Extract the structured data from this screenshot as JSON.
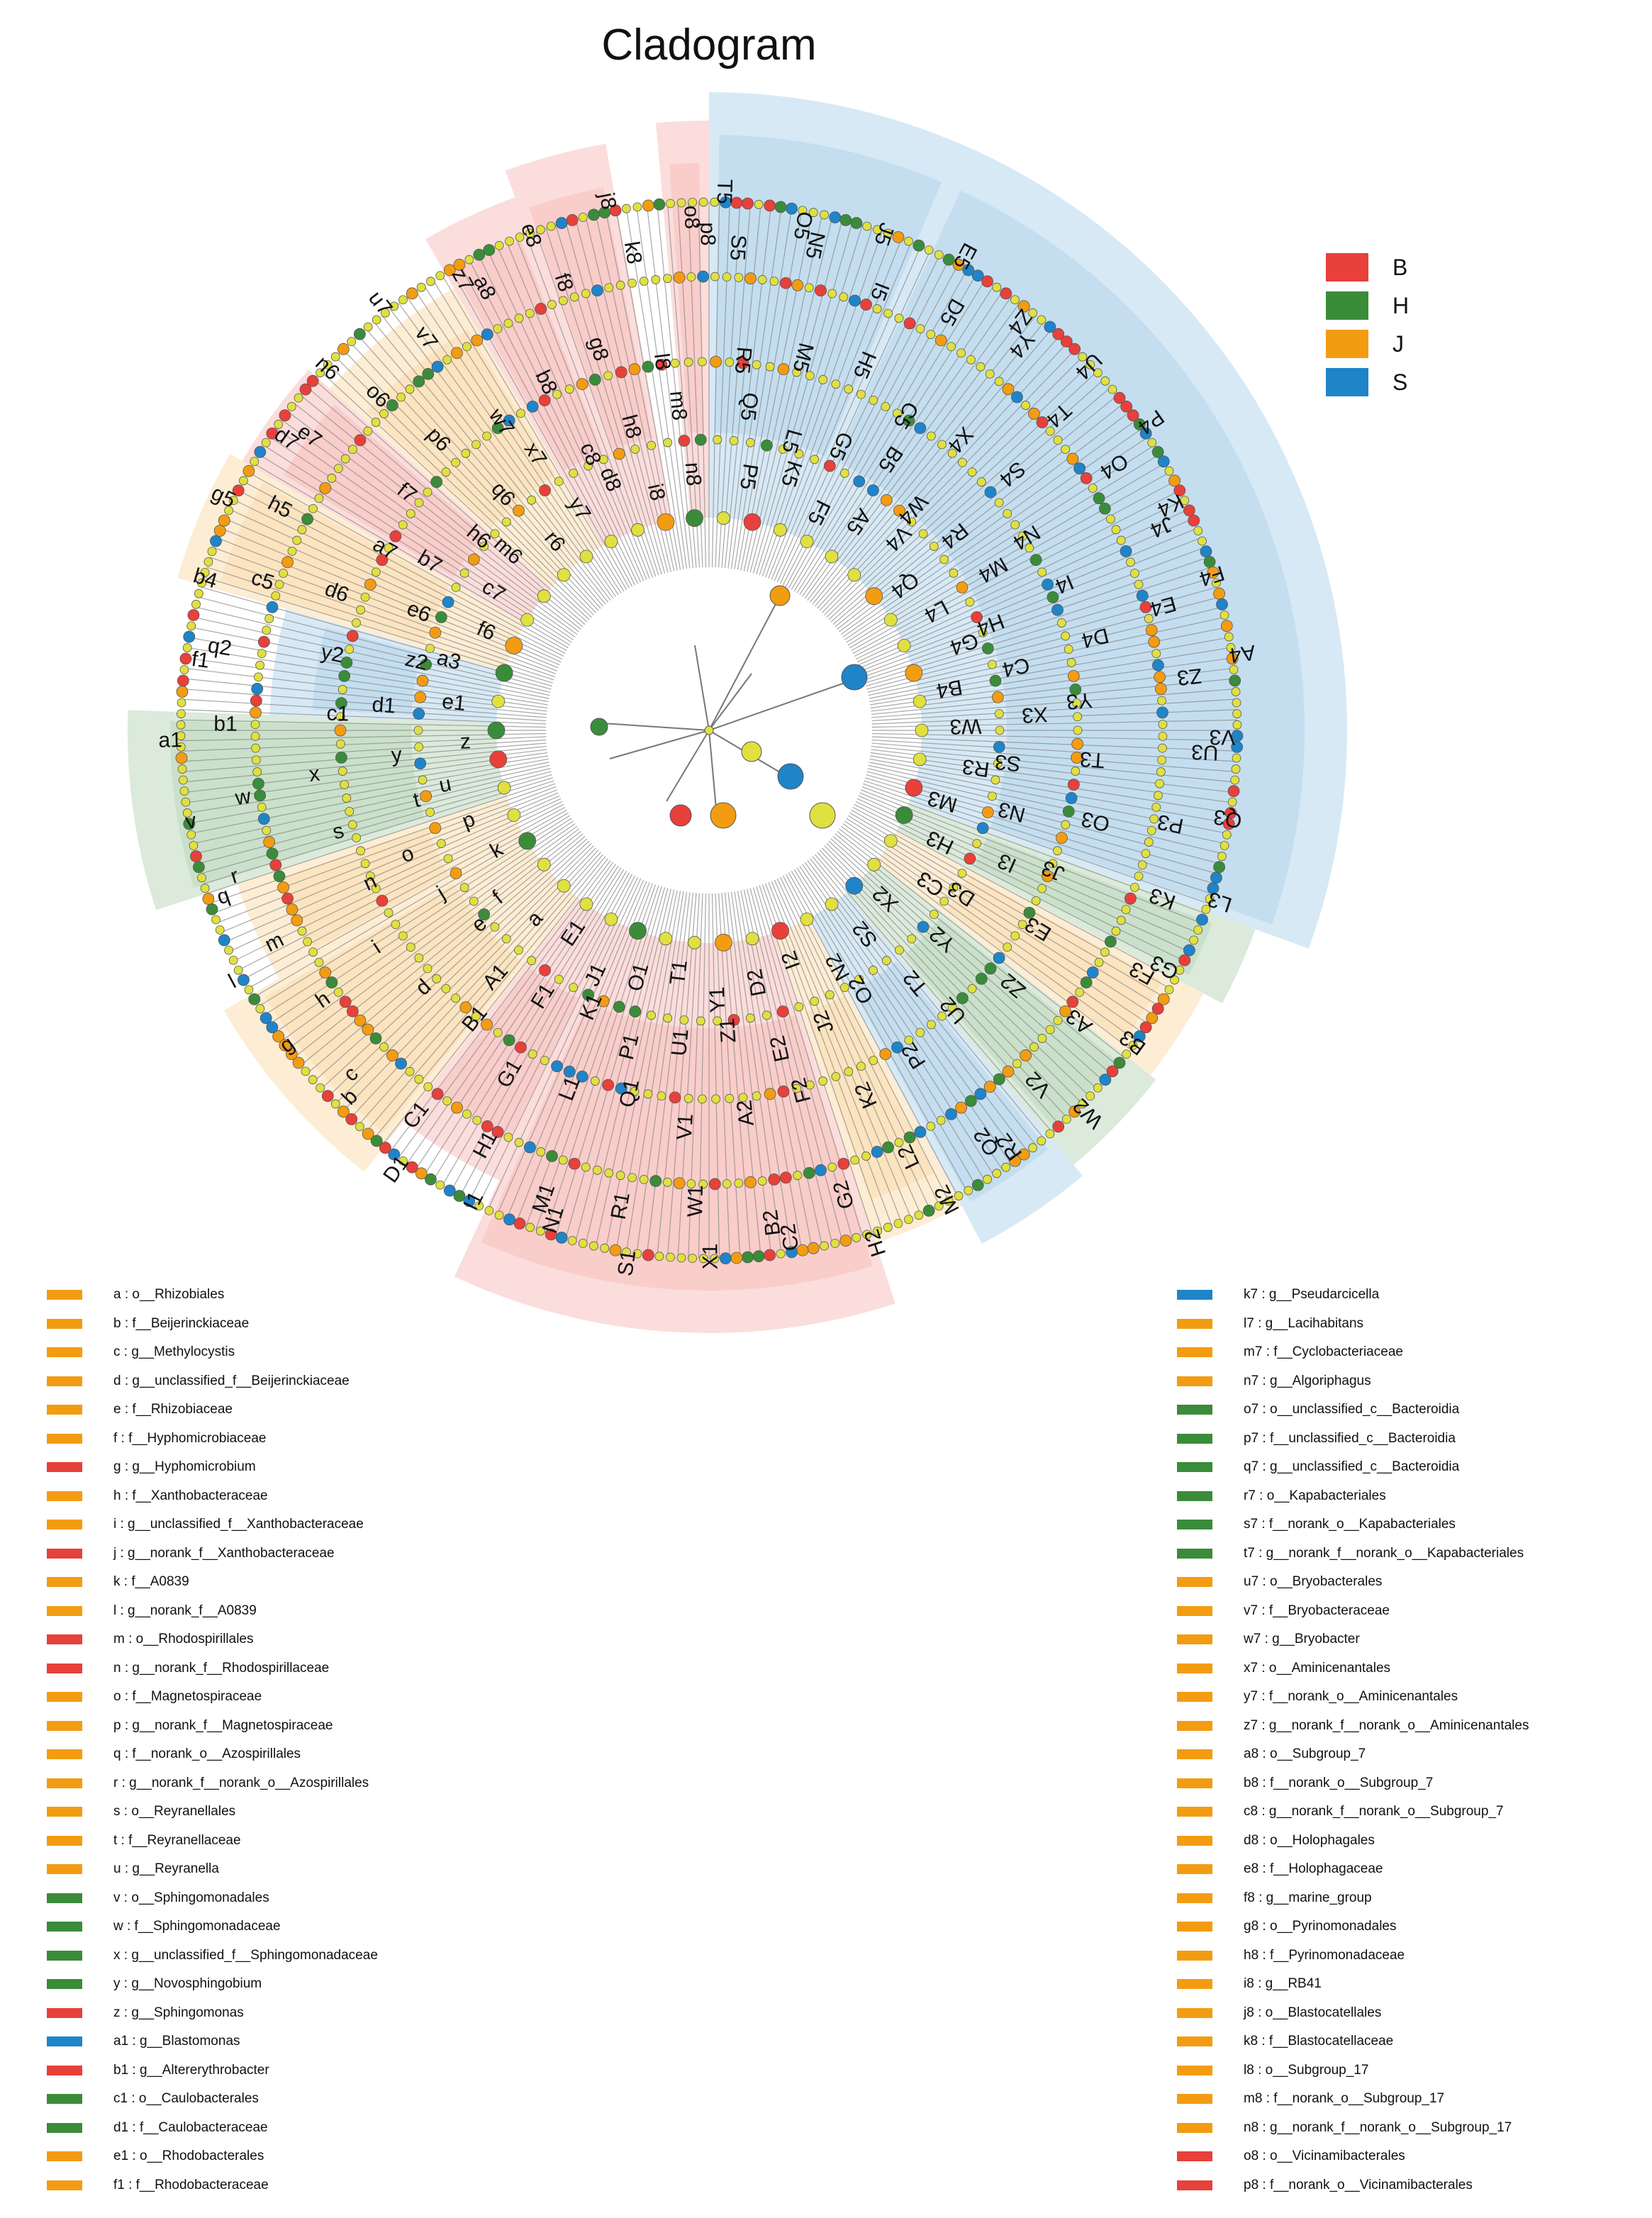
{
  "title": "Cladogram",
  "colors": {
    "B": "#e8403a",
    "H": "#3a8c3a",
    "J": "#f39c12",
    "S": "#1f84c8",
    "node_default": "#e0e040",
    "branch": "#8a8a8a"
  },
  "groups": [
    {
      "label": "B",
      "color": "#e8403a"
    },
    {
      "label": "H",
      "color": "#3a8c3a"
    },
    {
      "label": "J",
      "color": "#f39c12"
    },
    {
      "label": "S",
      "color": "#1f84c8"
    }
  ],
  "ring_labels": [
    "T5",
    "S5",
    "R5",
    "Q5",
    "P5",
    "O5",
    "N5",
    "M5",
    "L5",
    "K5",
    "J5",
    "I5",
    "H5",
    "G5",
    "F5",
    "E5",
    "D5",
    "C5",
    "B5",
    "A5",
    "Z4",
    "Y4",
    "X4",
    "W4",
    "V4",
    "U4",
    "T4",
    "S4",
    "R4",
    "Q4",
    "P4",
    "O4",
    "N4",
    "M4",
    "L4",
    "K4",
    "J4",
    "I4",
    "H4",
    "G4",
    "F4",
    "E4",
    "D4",
    "C4",
    "B4",
    "A4",
    "Z3",
    "Y3",
    "X3",
    "W3",
    "V3",
    "U3",
    "T3",
    "S3",
    "R3",
    "Q3",
    "P3",
    "O3",
    "N3",
    "M3",
    "L3",
    "K3",
    "J3",
    "I3",
    "H3",
    "G3",
    "F3",
    "E3",
    "D3",
    "C3",
    "B3",
    "A3",
    "Z2",
    "Y2",
    "X2",
    "W2",
    "V2",
    "U2",
    "T2",
    "S2",
    "R2",
    "Q2",
    "P2",
    "O2",
    "N2",
    "M2",
    "L2",
    "K2",
    "J2",
    "I2",
    "H2",
    "G2",
    "F2",
    "E2",
    "D2",
    "C2",
    "B2",
    "A2",
    "Z1",
    "Y1",
    "X1",
    "W1",
    "V1",
    "U1",
    "T1",
    "S1",
    "R1",
    "Q1",
    "P1",
    "O1",
    "N1",
    "M1",
    "L1",
    "K1",
    "J1",
    "I1",
    "H1",
    "G1",
    "F1",
    "E1",
    "D1",
    "C1",
    "B1",
    "A1",
    "a",
    "b",
    "c",
    "d",
    "e",
    "f",
    "g",
    "h",
    "i",
    "j",
    "k",
    "l",
    "m",
    "n",
    "o",
    "p",
    "q",
    "r",
    "s",
    "t",
    "u",
    "v",
    "w",
    "x",
    "y",
    "z",
    "a1",
    "b1",
    "c1",
    "d1",
    "e1",
    "f1",
    "q2",
    "y2",
    "z2",
    "a3",
    "b4",
    "c5",
    "d6",
    "e6",
    "f6",
    "g5",
    "h5",
    "a7",
    "b7",
    "c7",
    "d7",
    "e7",
    "f7",
    "h6",
    "m6",
    "n6",
    "o6",
    "p6",
    "q6",
    "r6",
    "u7",
    "v7",
    "w7",
    "x7",
    "y7",
    "z7",
    "a8",
    "b8",
    "c8",
    "d8",
    "e8",
    "f8",
    "g8",
    "h8",
    "i8",
    "j8",
    "k8",
    "l8",
    "m8",
    "n8",
    "o8",
    "p8"
  ],
  "key_left": [
    {
      "text": "a : o__Rhizobiales",
      "color": "#f39c12"
    },
    {
      "text": "b : f__Beijerinckiaceae",
      "color": "#f39c12"
    },
    {
      "text": "c : g__Methylocystis",
      "color": "#f39c12"
    },
    {
      "text": "d : g__unclassified_f__Beijerinckiaceae",
      "color": "#f39c12"
    },
    {
      "text": "e : f__Rhizobiaceae",
      "color": "#f39c12"
    },
    {
      "text": "f : f__Hyphomicrobiaceae",
      "color": "#f39c12"
    },
    {
      "text": "g : g__Hyphomicrobium",
      "color": "#e8403a"
    },
    {
      "text": "h : f__Xanthobacteraceae",
      "color": "#f39c12"
    },
    {
      "text": "i : g__unclassified_f__Xanthobacteraceae",
      "color": "#f39c12"
    },
    {
      "text": "j : g__norank_f__Xanthobacteraceae",
      "color": "#e8403a"
    },
    {
      "text": "k : f__A0839",
      "color": "#f39c12"
    },
    {
      "text": "l : g__norank_f__A0839",
      "color": "#f39c12"
    },
    {
      "text": "m : o__Rhodospirillales",
      "color": "#e8403a"
    },
    {
      "text": "n : g__norank_f__Rhodospirillaceae",
      "color": "#e8403a"
    },
    {
      "text": "o : f__Magnetospiraceae",
      "color": "#f39c12"
    },
    {
      "text": "p : g__norank_f__Magnetospiraceae",
      "color": "#f39c12"
    },
    {
      "text": "q : f__norank_o__Azospirillales",
      "color": "#f39c12"
    },
    {
      "text": "r : g__norank_f__norank_o__Azospirillales",
      "color": "#f39c12"
    },
    {
      "text": "s : o__Reyranellales",
      "color": "#f39c12"
    },
    {
      "text": "t : f__Reyranellaceae",
      "color": "#f39c12"
    },
    {
      "text": "u : g__Reyranella",
      "color": "#f39c12"
    },
    {
      "text": "v : o__Sphingomonadales",
      "color": "#3a8c3a"
    },
    {
      "text": "w : f__Sphingomonadaceae",
      "color": "#3a8c3a"
    },
    {
      "text": "x : g__unclassified_f__Sphingomonadaceae",
      "color": "#3a8c3a"
    },
    {
      "text": "y : g__Novosphingobium",
      "color": "#3a8c3a"
    },
    {
      "text": "z : g__Sphingomonas",
      "color": "#e8403a"
    },
    {
      "text": "a1 : g__Blastomonas",
      "color": "#1f84c8"
    },
    {
      "text": "b1 : g__Altererythrobacter",
      "color": "#e8403a"
    },
    {
      "text": "c1 : o__Caulobacterales",
      "color": "#3a8c3a"
    },
    {
      "text": "d1 : f__Caulobacteraceae",
      "color": "#3a8c3a"
    },
    {
      "text": "e1 : o__Rhodobacterales",
      "color": "#f39c12"
    },
    {
      "text": "f1 : f__Rhodobacteraceae",
      "color": "#f39c12"
    }
  ],
  "key_right": [
    {
      "text": "k7 : g__Pseudarcicella",
      "color": "#1f84c8"
    },
    {
      "text": "l7 : g__Lacihabitans",
      "color": "#f39c12"
    },
    {
      "text": "m7 : f__Cyclobacteriaceae",
      "color": "#f39c12"
    },
    {
      "text": "n7 : g__Algoriphagus",
      "color": "#f39c12"
    },
    {
      "text": "o7 : o__unclassified_c__Bacteroidia",
      "color": "#3a8c3a"
    },
    {
      "text": "p7 : f__unclassified_c__Bacteroidia",
      "color": "#3a8c3a"
    },
    {
      "text": "q7 : g__unclassified_c__Bacteroidia",
      "color": "#3a8c3a"
    },
    {
      "text": "r7 : o__Kapabacteriales",
      "color": "#3a8c3a"
    },
    {
      "text": "s7 : f__norank_o__Kapabacteriales",
      "color": "#3a8c3a"
    },
    {
      "text": "t7 : g__norank_f__norank_o__Kapabacteriales",
      "color": "#3a8c3a"
    },
    {
      "text": "u7 : o__Bryobacterales",
      "color": "#f39c12"
    },
    {
      "text": "v7 : f__Bryobacteraceae",
      "color": "#f39c12"
    },
    {
      "text": "w7 : g__Bryobacter",
      "color": "#f39c12"
    },
    {
      "text": "x7 : o__Aminicenantales",
      "color": "#f39c12"
    },
    {
      "text": "y7 : f__norank_o__Aminicenantales",
      "color": "#f39c12"
    },
    {
      "text": "z7 : g__norank_f__norank_o__Aminicenantales",
      "color": "#f39c12"
    },
    {
      "text": "a8 : o__Subgroup_7",
      "color": "#f39c12"
    },
    {
      "text": "b8 : f__norank_o__Subgroup_7",
      "color": "#f39c12"
    },
    {
      "text": "c8 : g__norank_f__norank_o__Subgroup_7",
      "color": "#f39c12"
    },
    {
      "text": "d8 : o__Holophagales",
      "color": "#f39c12"
    },
    {
      "text": "e8 : f__Holophagaceae",
      "color": "#f39c12"
    },
    {
      "text": "f8 : g__marine_group",
      "color": "#f39c12"
    },
    {
      "text": "g8 : o__Pyrinomonadales",
      "color": "#f39c12"
    },
    {
      "text": "h8 : f__Pyrinomonadaceae",
      "color": "#f39c12"
    },
    {
      "text": "i8 : g__RB41",
      "color": "#f39c12"
    },
    {
      "text": "j8 : o__Blastocatellales",
      "color": "#f39c12"
    },
    {
      "text": "k8 : f__Blastocatellaceae",
      "color": "#f39c12"
    },
    {
      "text": "l8 : o__Subgroup_17",
      "color": "#f39c12"
    },
    {
      "text": "m8 : f__norank_o__Subgroup_17",
      "color": "#f39c12"
    },
    {
      "text": "n8 : g__norank_f__norank_o__Subgroup_17",
      "color": "#f39c12"
    },
    {
      "text": "o8 : o__Vicinamibacterales",
      "color": "#e8403a"
    },
    {
      "text": "p8 : f__norank_o__Vicinamibacterales",
      "color": "#e8403a"
    }
  ]
}
